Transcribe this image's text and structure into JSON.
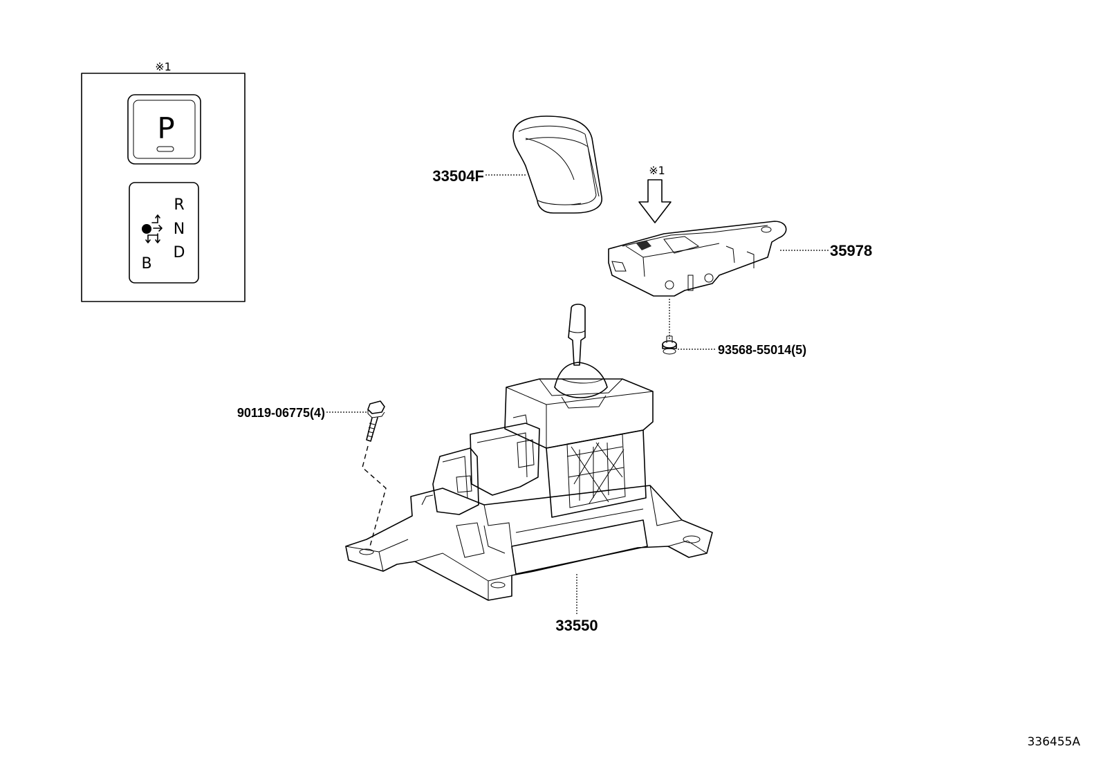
{
  "diagram_code": "336455A",
  "inset": {
    "note_mark": "※1",
    "park_button": {
      "letter": "P"
    },
    "shift_pattern": {
      "r": "R",
      "n": "N",
      "d": "D",
      "b": "B"
    }
  },
  "arrow_note": "※1",
  "callouts": [
    {
      "part": "33504F"
    },
    {
      "part": "35978"
    },
    {
      "part": "93568-55014(5)"
    },
    {
      "part": "90119-06775(4)"
    },
    {
      "part": "33550"
    }
  ]
}
